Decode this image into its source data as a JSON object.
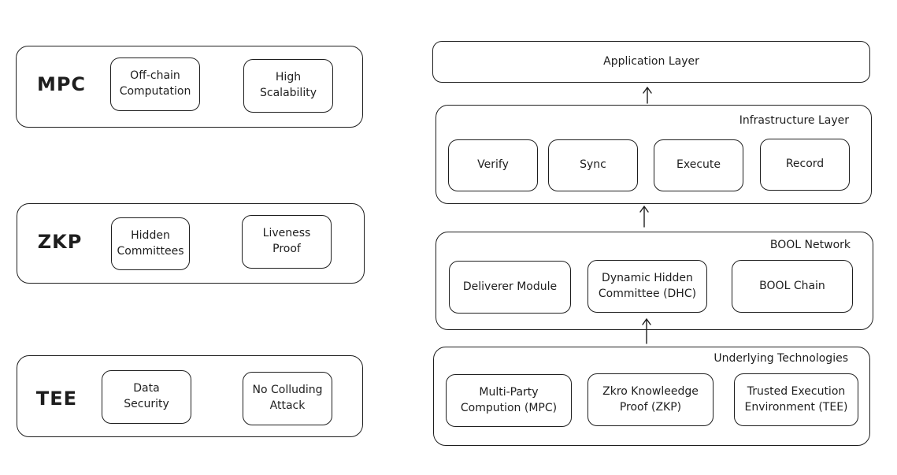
{
  "left": {
    "groups": [
      {
        "name": "MPC",
        "items": [
          "Off-chain\nComputation",
          "High\nScalability"
        ]
      },
      {
        "name": "ZKP",
        "items": [
          "Hidden\nCommittees",
          "Liveness\nProof"
        ]
      },
      {
        "name": "TEE",
        "items": [
          "Data\nSecurity",
          "No Colluding\nAttack"
        ]
      }
    ]
  },
  "right": {
    "application_layer": "Application Layer",
    "infrastructure": {
      "title": "Infrastructure Layer",
      "items": [
        "Verify",
        "Sync",
        "Execute",
        "Record"
      ]
    },
    "bool_network": {
      "title": "BOOL Network",
      "items": [
        "Deliverer Module",
        "Dynamic Hidden\nCommittee (DHC)",
        "BOOL Chain"
      ]
    },
    "underlying": {
      "title": "Underlying Technologies",
      "items": [
        "Multi-Party\nCompution (MPC)",
        "Zkro Knowleedge\nProof (ZKP)",
        "Trusted Execution\nEnvironment (TEE)"
      ]
    }
  }
}
